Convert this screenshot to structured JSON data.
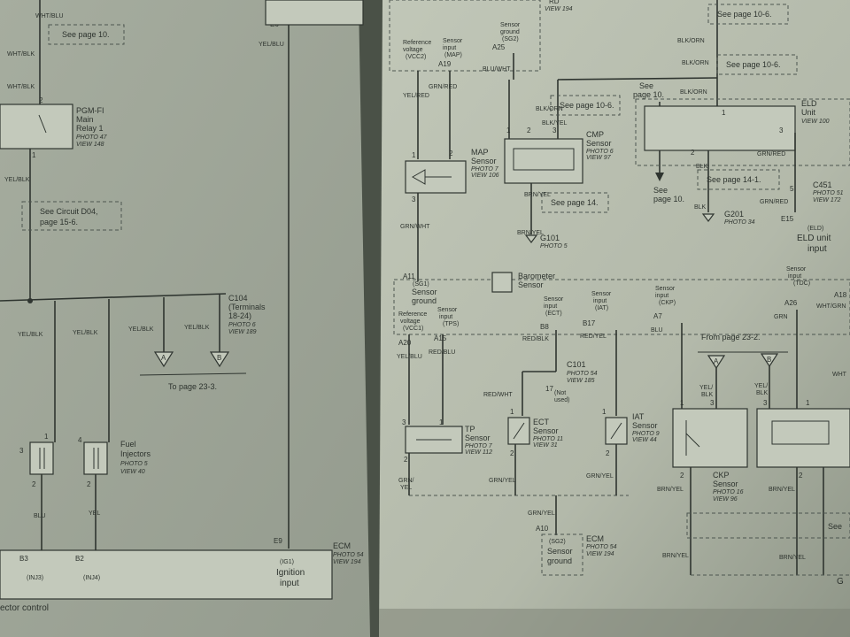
{
  "colors": {
    "background": "#5b6459",
    "left_page": "#a9afa2",
    "right_page": "#b8beb0",
    "ink": "#2f3530"
  },
  "left_page": {
    "wires": {
      "wht_blu": "WHT/BLU",
      "wht_blk_1": "WHT/BLK",
      "wht_blk_2": "WHT/BLK",
      "yel_blk_trunk": "YEL/BLK",
      "yel_blk_1": "YEL/BLK",
      "yel_blk_2": "YEL/BLK",
      "yel_blk_3": "YEL/BLK",
      "yel_blk_4": "YEL/BLK",
      "blu": "BLU",
      "yel": "YEL",
      "yel_blu": "YEL/BLU"
    },
    "see_page": "See page 10.",
    "relay": {
      "name1": "PGM-FI",
      "name2": "Main",
      "name3": "Relay 1",
      "photo": "PHOTO 47",
      "view": "VIEW 148",
      "pin_top": "2",
      "pin_bottom": "1"
    },
    "circuit_note1": "See Circuit D04,",
    "circuit_note2": "page 15-6.",
    "c104": {
      "name": "C104",
      "line2": "(Terminals",
      "line3": "18-24)",
      "photo": "PHOTO 6",
      "view": "VIEW 189"
    },
    "connectors": {
      "a": "A",
      "b": "B"
    },
    "to_page": "To page 23-3.",
    "injectors": {
      "name1": "Fuel",
      "name2": "Injectors",
      "photo": "PHOTO 5",
      "view": "VIEW 40",
      "pin_3": "3",
      "pin_1": "1",
      "pin_2a": "2",
      "pin_4": "4",
      "pin_2b": "2"
    },
    "e6": "E6",
    "e9": "E9",
    "ecm": {
      "name": "ECM",
      "photo": "PHOTO 54",
      "view": "VIEW 194",
      "pin_code": "(IG1)",
      "input1": "Ignition",
      "input2": "input"
    },
    "b3": "B3",
    "b2": "B2",
    "inj3": "(INJ3)",
    "inj4": "(INJ4)",
    "footer": "ector control"
  },
  "right_page": {
    "top_pins": {
      "ref_v1": "Reference",
      "ref_v2": "voltage",
      "ref_code": "(VCC2)",
      "sig1": "Sensor",
      "sig2": "input",
      "sig_code": "(MAP)",
      "gnd1": "Sensor",
      "gnd2": "ground",
      "gnd_code": "(SG2)",
      "a19": "A19",
      "a25": "A25",
      "rd": "RD",
      "view_194": "VIEW 194"
    },
    "wires": {
      "yel_red": "YEL/RED",
      "grn_red": "GRN/RED",
      "blu_wht": "BLU/WHT",
      "blk_orn_1": "BLK/ORN",
      "blk_orn_2": "BLK/ORN",
      "blk_orn_3": "BLK/ORN",
      "blk_orn_4": "BLK/ORN",
      "blk_yel": "BLK/YEL",
      "blk_1": "BLK",
      "blk_2": "BLK",
      "grn_red_2": "GRN/RED",
      "grn_red_3": "GRN/RED",
      "grn_wht": "GRN/WHT",
      "brn_yel_1": "BRN/YEL",
      "brn_yel_2": "BRN/YEL"
    },
    "see_10_6a": "See page 10-6.",
    "see_10_6b": "See page 10-6.",
    "see_10_6c": "See page 10-6.",
    "see_page10_1": "See",
    "see_page10_2": "page 10.",
    "see_page10b_1": "See",
    "see_page10b_2": "page 10.",
    "see_14": "See page 14.",
    "see_14_1": "See page 14-1.",
    "map": {
      "name": "MAP",
      "sub": "Sensor",
      "photo": "PHOTO 7",
      "view": "VIEW 106",
      "p1": "1",
      "p2": "2",
      "p3": "3"
    },
    "cmp": {
      "name": "CMP",
      "sub": "Sensor",
      "photo": "PHOTO 6",
      "view": "VIEW 97",
      "p1": "1",
      "p2": "2",
      "p3": "3"
    },
    "eld": {
      "name": "ELD",
      "sub": "Unit",
      "view": "VIEW 100",
      "p1": "1",
      "p2": "2",
      "p3": "3"
    },
    "g101": {
      "name": "G101",
      "photo": "PHOTO 5"
    },
    "g201": {
      "name": "G201",
      "photo": "PHOTO 34"
    },
    "c451": {
      "pin": "5",
      "name": "C451",
      "photo": "PHOTO 51",
      "view": "VIEW 172"
    },
    "e15": "E15",
    "eld_code": "(ELD)",
    "eld_in1": "ELD unit",
    "eld_in2": "input",
    "a11": "A11",
    "sg1": "(SG1)",
    "sens_gnd1": "Sensor",
    "sens_gnd2": "ground",
    "baro1": "Barometer",
    "baro2": "Sensor",
    "row_pins": {
      "ref_a": "Reference",
      "ref_b": "voltage",
      "ref_code": "(VCC1)",
      "a20": "A20",
      "tps_a": "Sensor",
      "tps_b": "input",
      "tps_code": "(TPS)",
      "a15": "A15",
      "ect_a": "Sensor",
      "ect_b": "input",
      "ect_code": "(ECT)",
      "b8": "B8",
      "iat_a": "Sensor",
      "iat_b": "input",
      "iat_code": "(IAT)",
      "b17": "B17",
      "ckp_a": "Sensor",
      "ckp_b": "input",
      "ckp_code": "(CKP)",
      "a7": "A7",
      "toc_a": "Sensor",
      "toc_b": "input",
      "toc_code": "(TDC)",
      "a26": "A26",
      "a18": "A18"
    },
    "row_wires": {
      "red_blk": "RED/BLK",
      "red_yel": "RED/YEL",
      "blu": "BLU",
      "grn": "GRN",
      "wht_grn": "WHT/GRN",
      "yel_blu": "YEL/BLU",
      "red_blu": "RED/BLU",
      "red_wht": "RED/WHT",
      "wht": "WHT",
      "grn_yel_1": "GRN/",
      "grn_yel_2": "YEL",
      "grn_yel_3": "GRN/YEL",
      "grn_yel_4": "GRN/YEL",
      "grn_yel_5": "GRN/YEL",
      "brn_yel_3": "BRN/YEL",
      "brn_yel_4": "BRN/YEL",
      "brn_yel_5": "BRN/YEL",
      "brn_yel_6": "BRN/YEL",
      "yel_blk_a": "YEL/",
      "yel_blk_b": "BLK",
      "yel_blk_c": "YEL/",
      "yel_blk_d": "BLK"
    },
    "c101": {
      "name": "C101",
      "photo": "PHOTO 54",
      "view": "VIEW 185",
      "pin": "17",
      "nu1": "(Not",
      "nu2": "used)"
    },
    "tp": {
      "name": "TP",
      "sub": "Sensor",
      "photo": "PHOTO 7",
      "view": "VIEW 112",
      "p3": "3",
      "p1": "1",
      "p2": "2"
    },
    "ect": {
      "name": "ECT",
      "sub": "Sensor",
      "photo": "PHOTO 11",
      "view": "VIEW 31",
      "p1": "1",
      "p2": "2"
    },
    "iat": {
      "name": "IAT",
      "sub": "Sensor",
      "photo": "PHOTO 9",
      "view": "VIEW 44",
      "p1": "1",
      "p2": "2"
    },
    "ckp": {
      "name": "CKP",
      "sub": "Sensor",
      "photo": "PHOTO 16",
      "view": "VIEW 96",
      "p1": "1",
      "p3": "3",
      "p2": "2"
    },
    "tdc": {
      "p3": "3",
      "p1": "1",
      "p2": "2"
    },
    "from_page": "From page 23-2.",
    "conn_a": "A",
    "conn_b": "B",
    "a10": "A10",
    "sg2": "(SG2)",
    "sens_gnd3": "Sensor",
    "sens_gnd4": "ground",
    "ecm": {
      "name": "ECM",
      "photo": "PHOTO 54",
      "view": "VIEW 194"
    },
    "see_edge": "See",
    "g_edge": "G"
  }
}
